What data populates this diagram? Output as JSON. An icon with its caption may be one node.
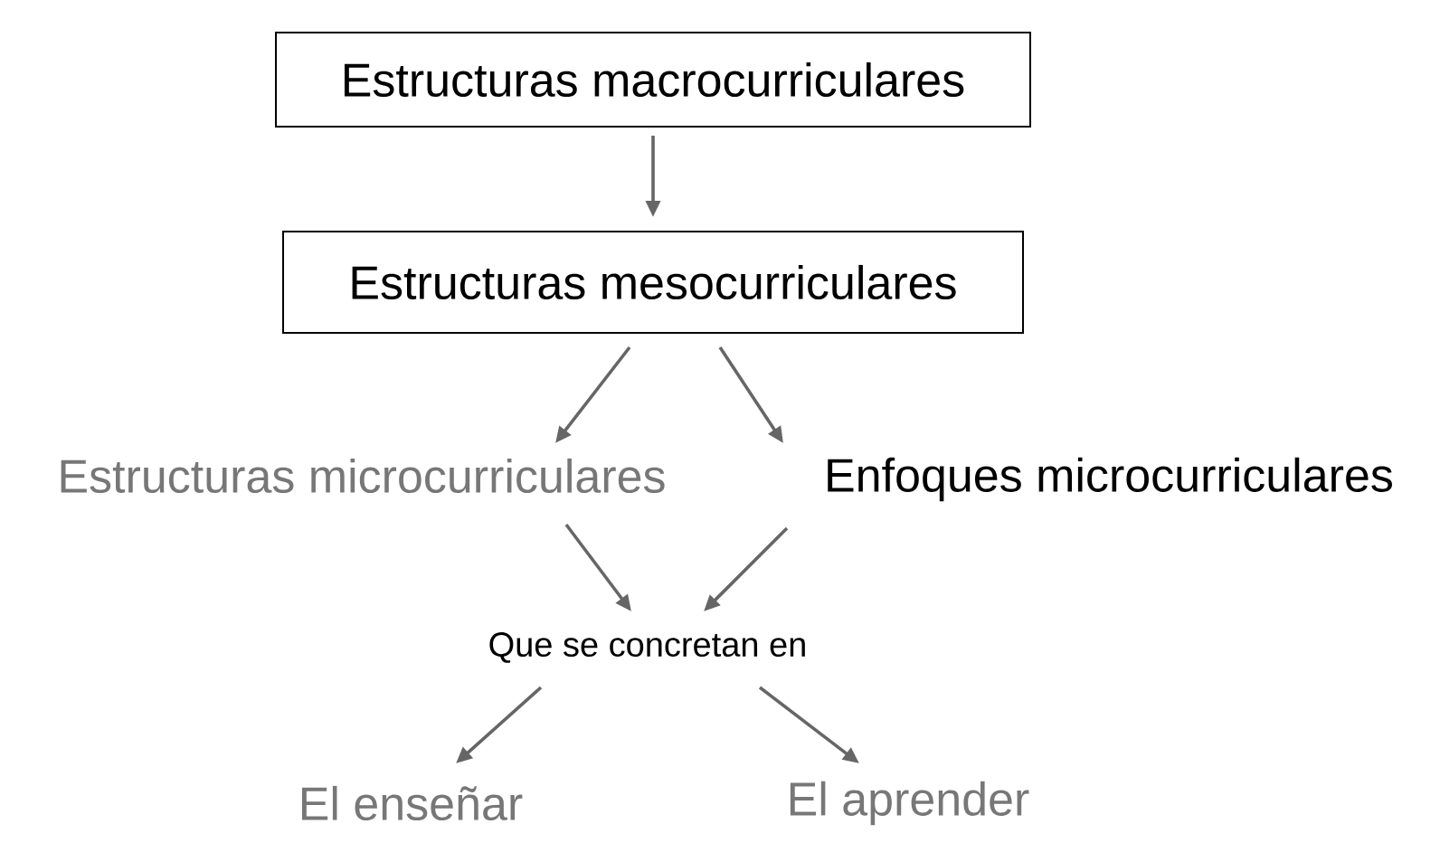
{
  "diagram": {
    "nodes": [
      {
        "text": [
          "Estructuras macrocurriculares"
        ]
      },
      {
        "text": [
          "Estructuras mesocurriculares"
        ]
      },
      {
        "text": [
          "Estructuras microcurriculares"
        ]
      },
      {
        "text": [
          "Enfoques microcurriculares"
        ]
      },
      {
        "text": [
          "Que se concretan en"
        ]
      },
      {
        "text": [
          "El enseñar"
        ]
      },
      {
        "text": [
          "El aprender"
        ]
      }
    ],
    "edges": [
      {
        "from": 0,
        "to": 1,
        "arrow": "to"
      },
      {
        "from": 1,
        "to": 2,
        "arrow": "to"
      },
      {
        "from": 1,
        "to": 3,
        "arrow": "to"
      },
      {
        "from": 2,
        "to": 4,
        "arrow": "to"
      },
      {
        "from": 3,
        "to": 4,
        "arrow": "to"
      },
      {
        "from": 4,
        "to": 5,
        "arrow": "to"
      },
      {
        "from": 4,
        "to": 6,
        "arrow": "to"
      }
    ]
  }
}
